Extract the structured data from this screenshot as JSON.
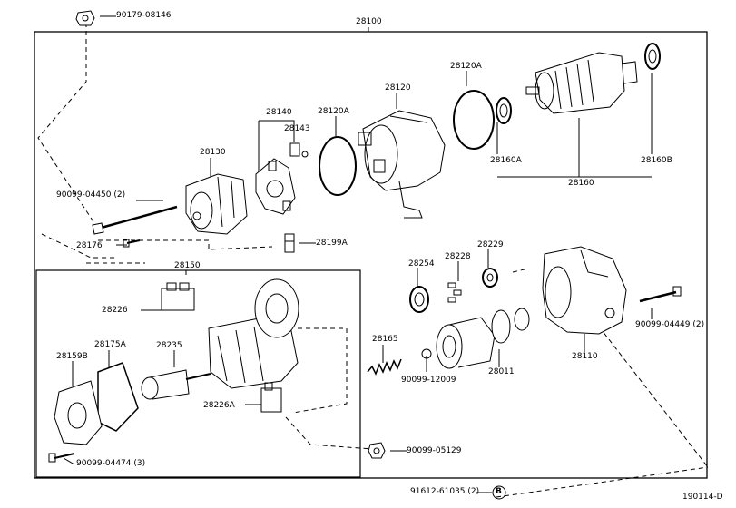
{
  "assembly_number": "28100",
  "subassembly_number": "28150",
  "diagram_code": "190114-D",
  "circle_ref": "B",
  "parts": {
    "top_nut": "90179-08146",
    "field_frame_ring": "28120A",
    "field_frame_ring_2": "28120A",
    "field_frame": "28120",
    "brush_holder": "28140",
    "brush": "28143",
    "end_frame": "28130",
    "armature_bearing_front": "28160A",
    "armature_bearing_rear": "28160B",
    "armature": "28160",
    "through_bolt": "90099-04450 (2)",
    "screw": "28176",
    "terminal": "28199A",
    "pinion_gear": "28254",
    "retainer": "28228",
    "idler": "28229",
    "housing": "28110",
    "housing_bolt": "90099-04449 (2)",
    "contact_plate": "28226",
    "solenoid_cover": "28159B",
    "gasket": "28175A",
    "plunger": "28235",
    "spring": "28165",
    "ball": "90099-12009",
    "clutch": "28011",
    "contact_plate_a": "28226A",
    "cover_screw": "90099-04474 (3)",
    "terminal_nut": "90099-05129",
    "bottom_nut": "91612-61035 (2)"
  }
}
